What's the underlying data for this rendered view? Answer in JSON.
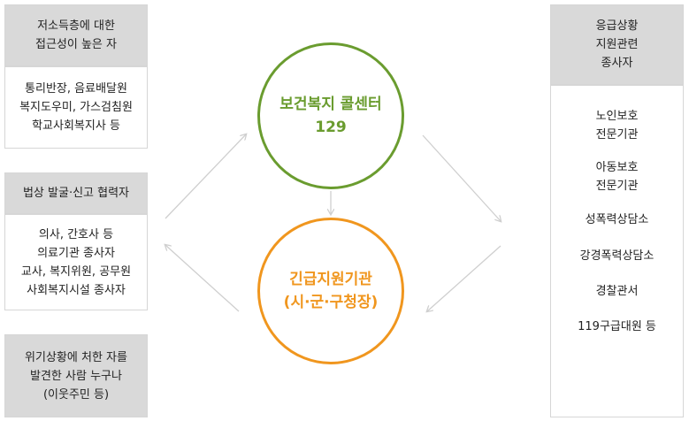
{
  "colors": {
    "green": "#6a9c2f",
    "orange": "#f0961e",
    "header_gray": "#d9d9d9",
    "arrow_gray": "#cfcfcf"
  },
  "left": {
    "group1": {
      "header": [
        "저소득층에 대한",
        "접근성이 높은 자"
      ],
      "body": [
        "통리반장, 음료배달원",
        "복지도우미, 가스검침원",
        "학교사회복지사 등"
      ]
    },
    "group2": {
      "header": [
        "법상 발굴·신고 협력자"
      ],
      "body": [
        "의사, 간호사 등",
        "의료기관 종사자",
        "교사, 복지위원, 공무원",
        "사회복지시설 종사자"
      ]
    },
    "group3": {
      "body": [
        "위기상황에 처한 자를",
        "발견한 사람 누구나",
        "(이웃주민 등)"
      ]
    }
  },
  "center": {
    "top_circle": [
      "보건복지 콜센터",
      "129"
    ],
    "bottom_circle": [
      "긴급지원기관",
      "(시·군·구청장)"
    ]
  },
  "right": {
    "header": [
      "응급상황",
      "지원관련",
      "종사자"
    ],
    "items": [
      [
        "노인보호",
        "전문기관"
      ],
      [
        "아동보호",
        "전문기관"
      ],
      [
        "성폭력상담소"
      ],
      [
        "강경폭력상담소"
      ],
      [
        "경찰관서"
      ],
      [
        "119구급대원 등"
      ]
    ]
  }
}
